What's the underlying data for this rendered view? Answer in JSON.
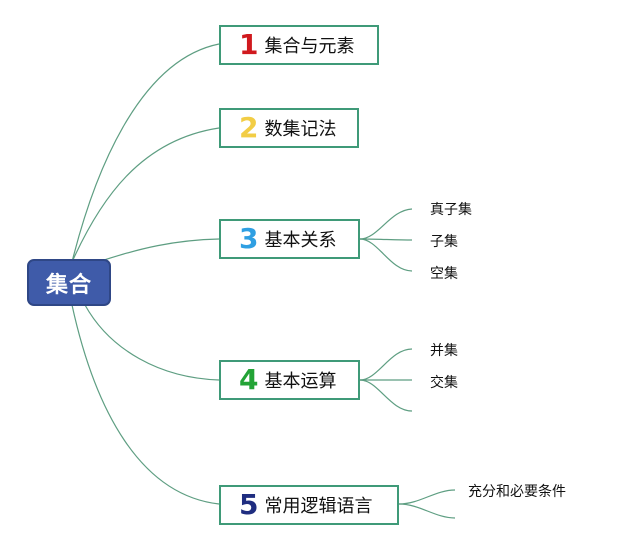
{
  "root": {
    "label": "集合"
  },
  "topics": [
    {
      "number": "1",
      "label": "集合与元素",
      "color": "#d0191e",
      "subtopics": []
    },
    {
      "number": "2",
      "label": "数集记法",
      "color": "#f2cd45",
      "subtopics": []
    },
    {
      "number": "3",
      "label": "基本关系",
      "color": "#2f9fe2",
      "subtopics": [
        "真子集",
        "子集",
        "空集"
      ]
    },
    {
      "number": "4",
      "label": "基本运算",
      "color": "#23a336",
      "subtopics": [
        "并集",
        "交集",
        ""
      ]
    },
    {
      "number": "5",
      "label": "常用逻辑语言",
      "color": "#1f2d80",
      "subtopics": [
        "充分和必要条件",
        ""
      ]
    }
  ],
  "colors": {
    "root_fill": "#3f5ba9",
    "link": "#5e9e82",
    "topic_border": "#3f9a78"
  }
}
